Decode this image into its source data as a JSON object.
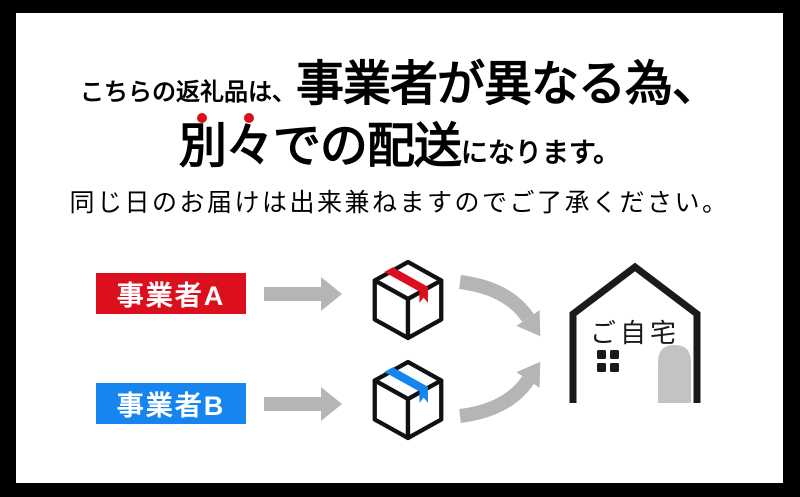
{
  "frame": {
    "border_color": "#000000",
    "background": "#ffffff"
  },
  "heading": {
    "intro_small": "こちらの返礼品は、",
    "line1_big": "事業者が異なる為、",
    "line2_emphasis_chars": [
      "別",
      "々"
    ],
    "line2_big_rest": "での配送",
    "line2_small": "になります。",
    "note": "同じ日のお届けは出来兼ねますのでご了承ください。",
    "emphasis_dot_color": "#dc0f1e",
    "text_color": "#000000"
  },
  "diagram": {
    "arrow_color": "#b5b5b5",
    "rows": [
      {
        "label": "事業者A",
        "color": "#dc0f1e",
        "icon": "package-box-icon"
      },
      {
        "label": "事業者B",
        "color": "#1785f0",
        "icon": "package-box-icon"
      }
    ],
    "label_text_color": "#ffffff",
    "package_outline_color": "#111111",
    "house": {
      "label": "ご自宅",
      "outline_color": "#1a1a1a",
      "door_color": "#c3c3c3",
      "icon": "house-icon"
    }
  }
}
